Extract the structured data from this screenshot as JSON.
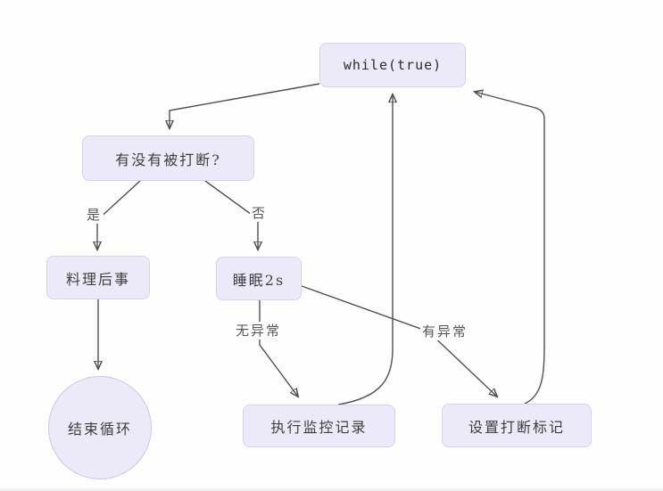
{
  "diagram": {
    "type": "flowchart",
    "nodes": {
      "while_loop": "while(true)",
      "check_interrupted": "有没有被打断?",
      "handle_aftermath": "料理后事",
      "sleep_2s": "睡眠2s",
      "end_loop": "结束循环",
      "run_monitor_record": "执行监控记录",
      "set_interrupt_flag": "设置打断标记"
    },
    "edge_labels": {
      "yes": "是",
      "no": "否",
      "no_exception": "无异常",
      "has_exception": "有异常"
    },
    "edges": [
      {
        "from": "while(true)",
        "to": "有没有被打断?",
        "label": ""
      },
      {
        "from": "有没有被打断?",
        "to": "料理后事",
        "label": "是"
      },
      {
        "from": "有没有被打断?",
        "to": "睡眠2s",
        "label": "否"
      },
      {
        "from": "料理后事",
        "to": "结束循环",
        "label": ""
      },
      {
        "from": "睡眠2s",
        "to": "执行监控记录",
        "label": "无异常"
      },
      {
        "from": "睡眠2s",
        "to": "设置打断标记",
        "label": "有异常"
      },
      {
        "from": "执行监控记录",
        "to": "while(true)",
        "label": ""
      },
      {
        "from": "设置打断标记",
        "to": "while(true)",
        "label": ""
      }
    ],
    "colors": {
      "node_fill": "#ECEAF9",
      "node_border": "#D6D2EE",
      "circle_border": "#CCC8E6",
      "edge_line": "#4F4F4F",
      "arrowhead": "#2B2B2B",
      "node_text": "#3D3D3D",
      "edge_label_text": "#565656",
      "background": "#FEFEFE"
    }
  }
}
